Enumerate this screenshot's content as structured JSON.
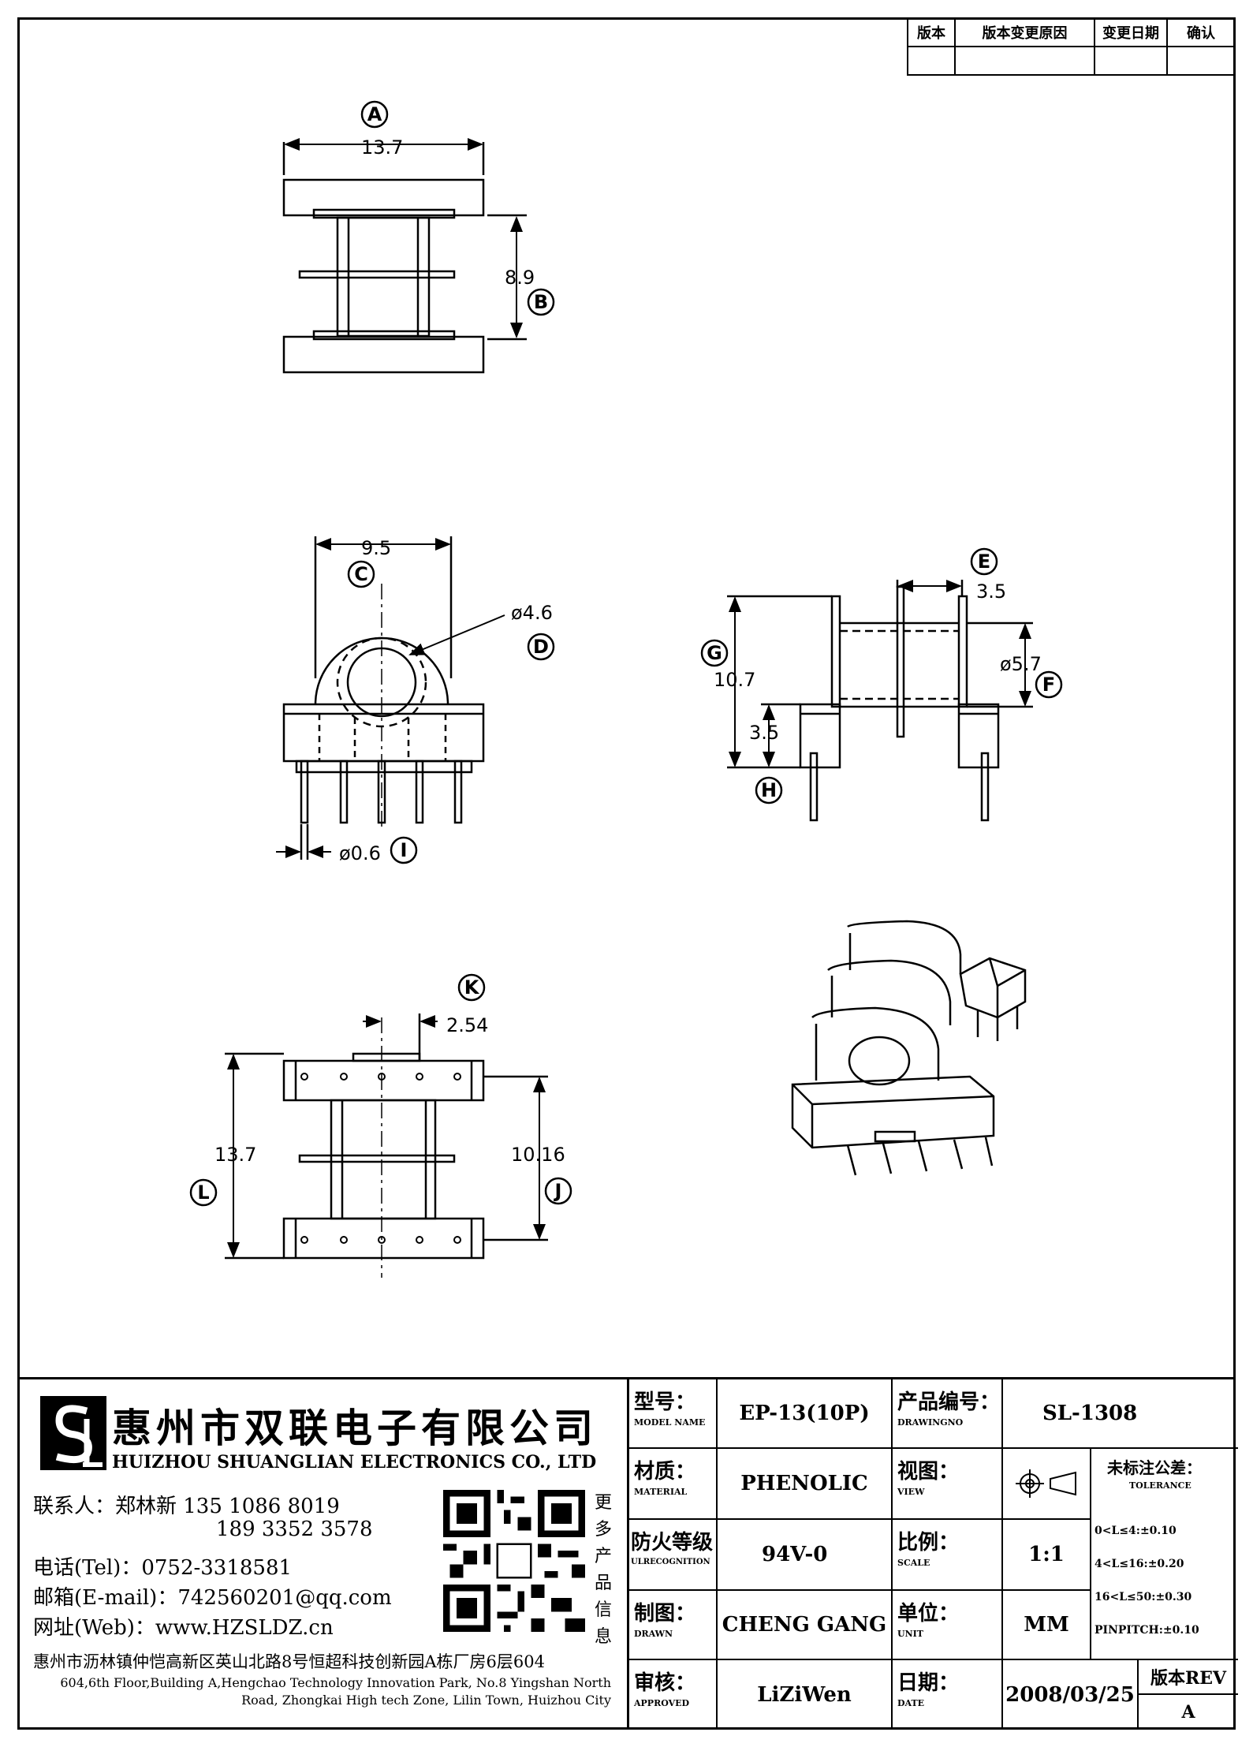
{
  "revision_table": {
    "headers": [
      "版本",
      "版本变更原因",
      "变更日期",
      "确认"
    ]
  },
  "dimensions": {
    "a_width": "13.7",
    "b_height": "8.9",
    "c_width": "9.5",
    "d_dia": "ø4.6",
    "e_width": "3.5",
    "f_dia": "ø5.7",
    "g_height": "10.7",
    "h_height": "3.5",
    "i_dia": "ø0.6",
    "k_pitch": "2.54",
    "l_height": "13.7",
    "j_height": "10.16"
  },
  "circle_labels": [
    "A",
    "B",
    "C",
    "D",
    "E",
    "F",
    "G",
    "H",
    "I",
    "K",
    "L",
    "J"
  ],
  "company": {
    "cn_name": "惠州市双联电子有限公司",
    "en_name": "HUIZHOU SHUANGLIAN ELECTRONICS CO., LTD",
    "contact": "联系人：郑林新  135 1086 8019",
    "contact2": "189 3352 3578",
    "tel": "电话(Tel)：0752-3318581",
    "email": "邮箱(E-mail)：742560201@qq.com",
    "web": "网址(Web)：www.HZSLDZ.cn",
    "address_cn": "惠州市沥林镇仲恺高新区英山北路8号恒超科技创新园A栋厂房6层604",
    "address_en_1": "604,6th Floor,Building A,Hengchao Technology Innovation Park, No.8 Yingshan North",
    "address_en_2": "Road, Zhongkai High tech Zone, Lilin Town, Huizhou City",
    "more_info": [
      "更",
      "多",
      "产",
      "品",
      "信",
      "息"
    ]
  },
  "title_block": {
    "model_label": "型号：",
    "model_label_en": "MODEL NAME",
    "model_value": "EP-13(10P)",
    "drawingno_label": "产品编号：",
    "drawingno_label_en": "DRAWINGNO",
    "drawingno_value": "SL-1308",
    "material_label": "材质：",
    "material_label_en": "MATERIAL",
    "material_value": "PHENOLIC",
    "view_label": "视图：",
    "view_label_en": "VIEW",
    "tolerance_label": "未标注公差：",
    "tolerance_label_en": "TOLERANCE",
    "tolerance_lines": [
      "0<L≤4:±0.10",
      "4<L≤16:±0.20",
      "16<L≤50:±0.30",
      "PINPITCH:±0.10"
    ],
    "ul_label": "防火等级",
    "ul_label_en": "ULRECOGNITION",
    "ul_value": "94V-0",
    "scale_label": "比例：",
    "scale_label_en": "SCALE",
    "scale_value": "1:1",
    "drawn_label": "制图：",
    "drawn_label_en": "DRAWN",
    "drawn_value": "CHENG GANG",
    "unit_label": "单位：",
    "unit_label_en": "UNIT",
    "unit_value": "MM",
    "approved_label": "审核：",
    "approved_label_en": "APPROVED",
    "approved_value": "LiZiWen",
    "date_label": "日期：",
    "date_label_en": "DATE",
    "date_value": "2008/03/25",
    "rev_label": "版本REV",
    "rev_value": "A"
  }
}
